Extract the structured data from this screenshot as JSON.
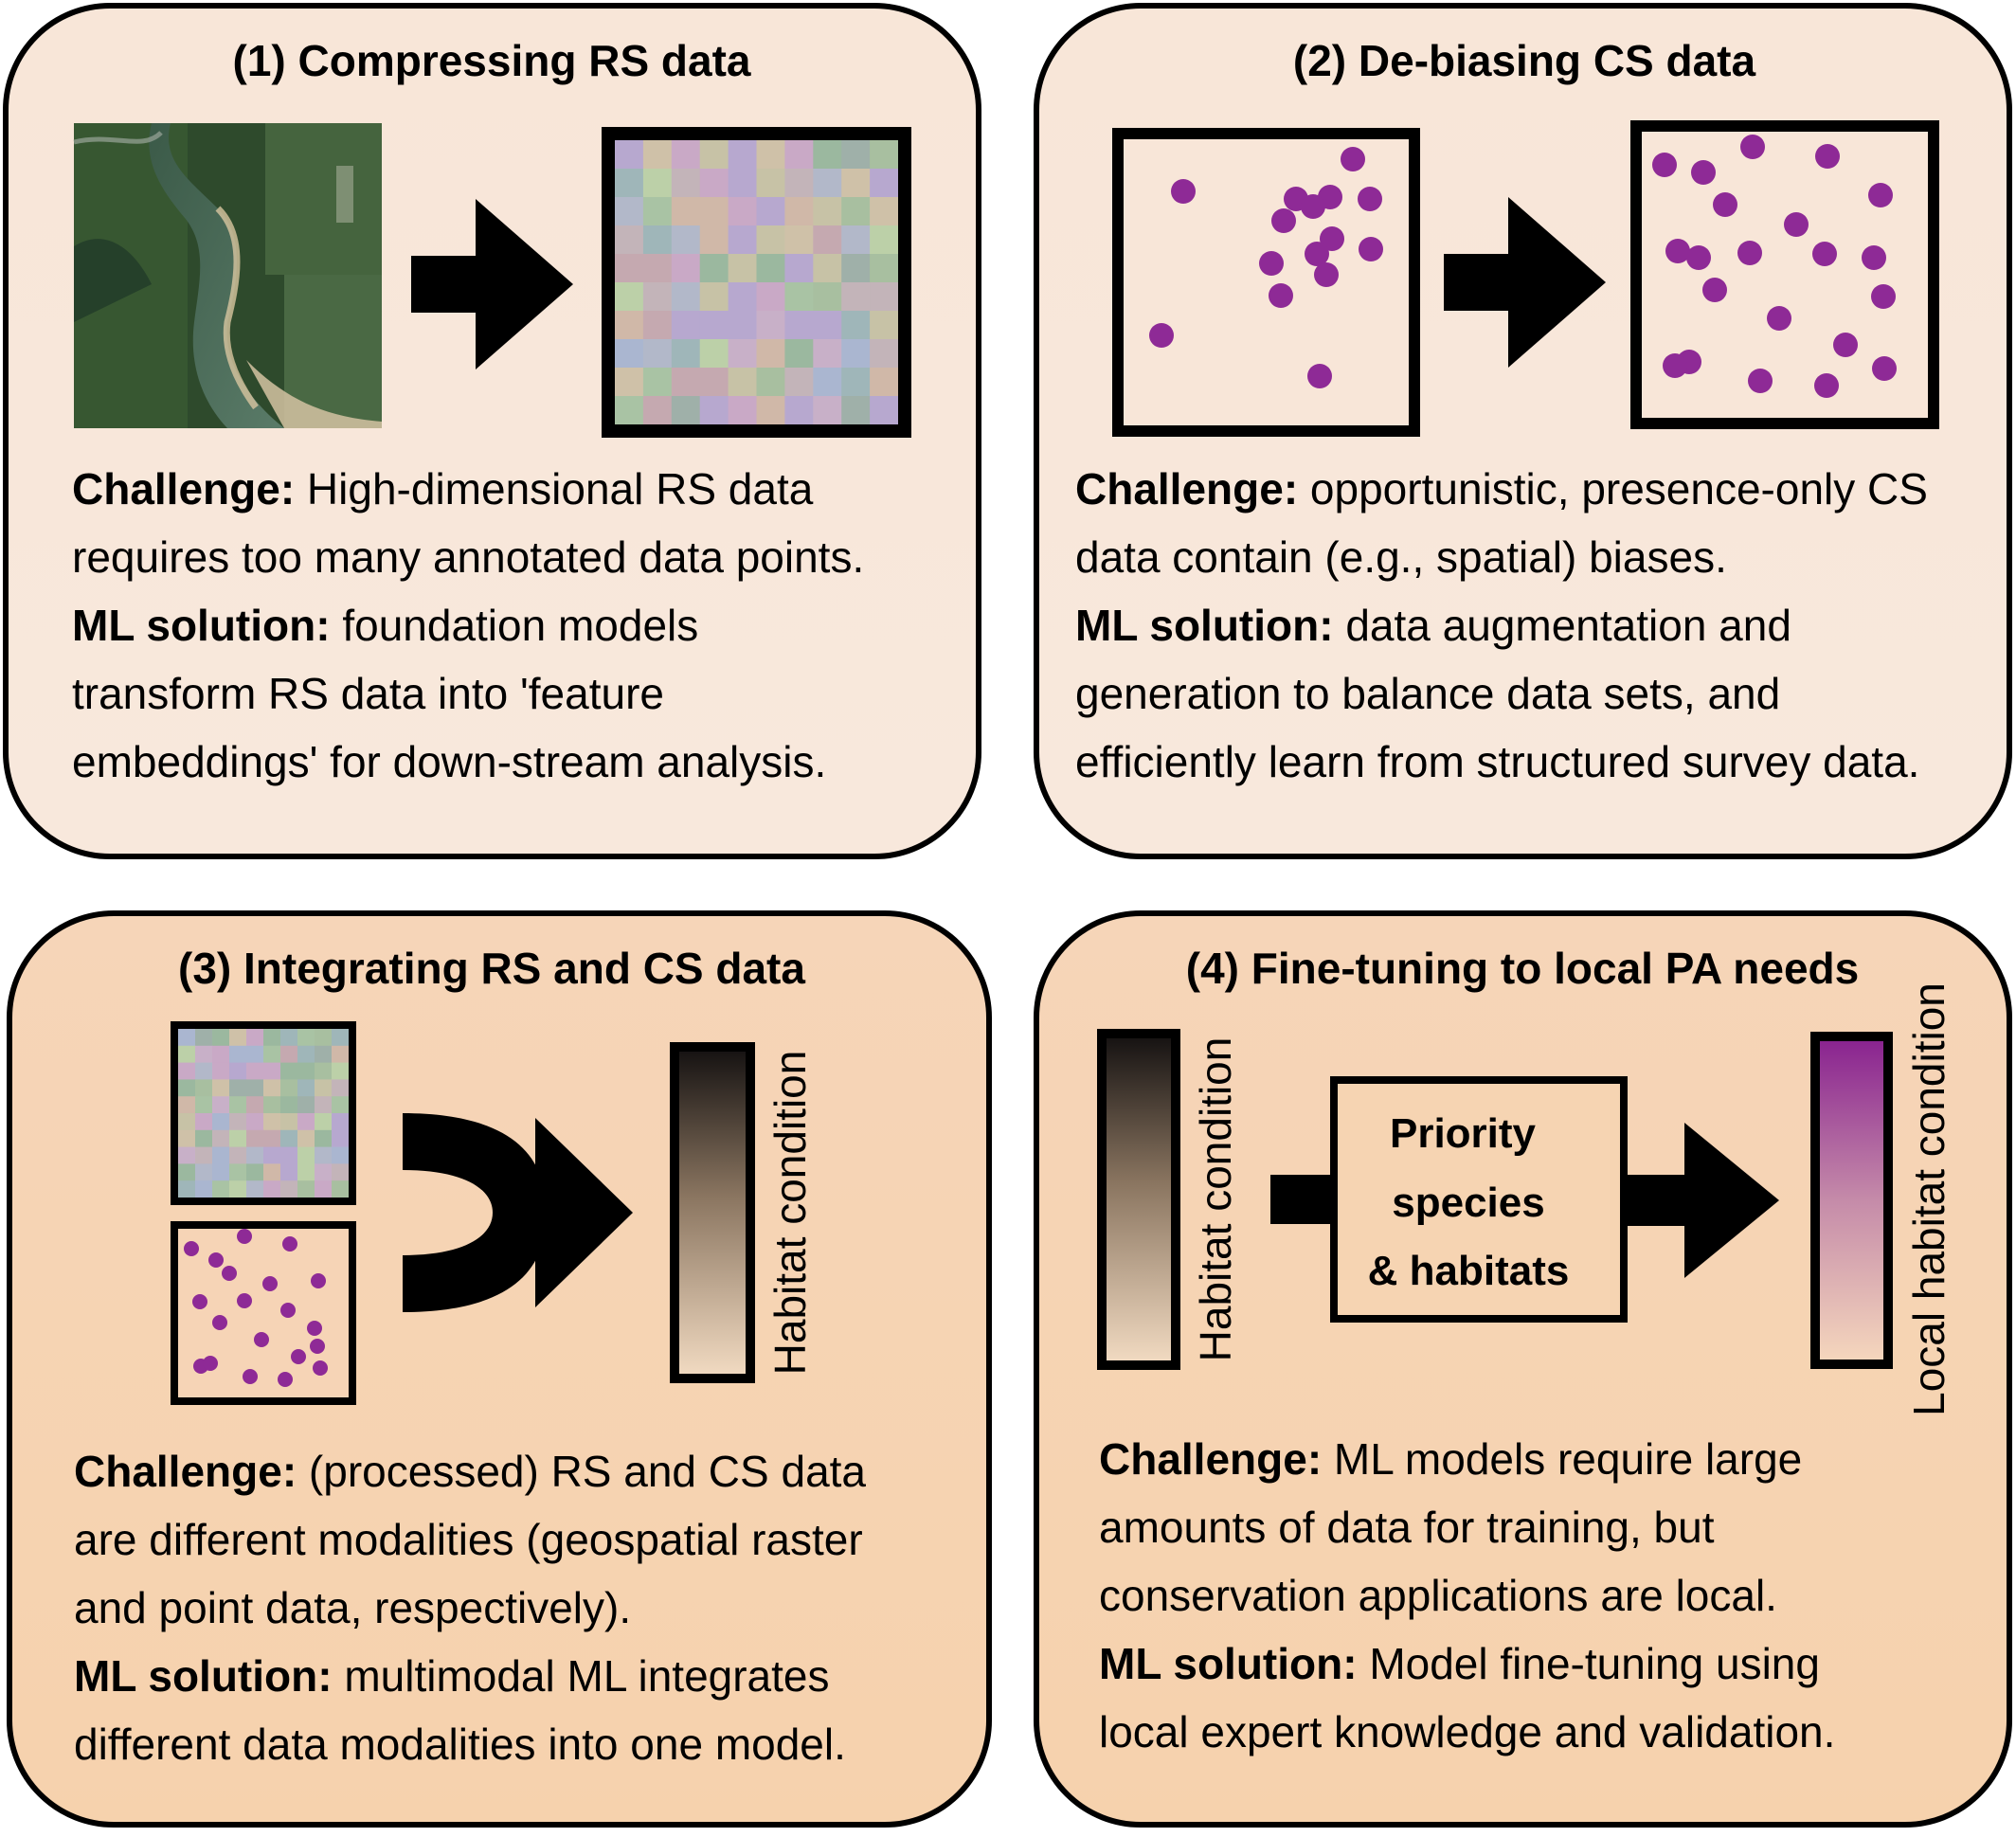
{
  "panels": [
    {
      "title": "(1) Compressing RS data",
      "challenge_label": "Challenge:",
      "challenge_lines": [
        " High-dimensional RS data",
        "requires too many annotated data points."
      ],
      "solution_label": "ML solution:",
      "solution_lines": [
        " foundation models",
        "transform RS data into 'feature",
        "embeddings' for down-stream analysis."
      ]
    },
    {
      "title": "(2) De-biasing CS data",
      "challenge_label": "Challenge:",
      "challenge_lines": [
        " opportunistic, presence-only CS",
        "data contain (e.g., spatial) biases."
      ],
      "solution_label": "ML solution:",
      "solution_lines": [
        " data augmentation and",
        "generation to balance data sets, and",
        "efficiently learn from structured survey data."
      ]
    },
    {
      "title": "(3) Integrating RS and CS data",
      "challenge_label": "Challenge:",
      "challenge_lines": [
        " (processed) RS and CS data",
        "are different modalities (geospatial raster",
        "and point data, respectively)."
      ],
      "solution_label": "ML solution:",
      "solution_lines": [
        " multimodal ML integrates",
        "different data modalities into one model."
      ],
      "bar_label": "Habitat condition"
    },
    {
      "title": "(4) Fine-tuning to local PA needs",
      "challenge_label": "Challenge:",
      "challenge_lines": [
        " ML models require large",
        "amounts of data for training, but",
        "conservation applications are local."
      ],
      "solution_label": "ML solution:",
      "solution_lines": [
        " Model fine-tuning using",
        "local expert knowledge and validation."
      ],
      "bar_label_left": "Habitat condition",
      "box_lines": [
        "Priority",
        "species",
        "& habitats"
      ],
      "bar_label_right": "Local habitat condition"
    }
  ],
  "colors": {
    "panel_fill_top": "#f8e8dc",
    "panel_fill_bottom": "#f6d4b0",
    "dot": "#8e2a96",
    "outline": "#000000"
  },
  "icons": [
    "satellite-image",
    "pixel-embedding-grid",
    "biased-points",
    "balanced-points",
    "arrow",
    "merge-arrow",
    "gradient-bar"
  ]
}
